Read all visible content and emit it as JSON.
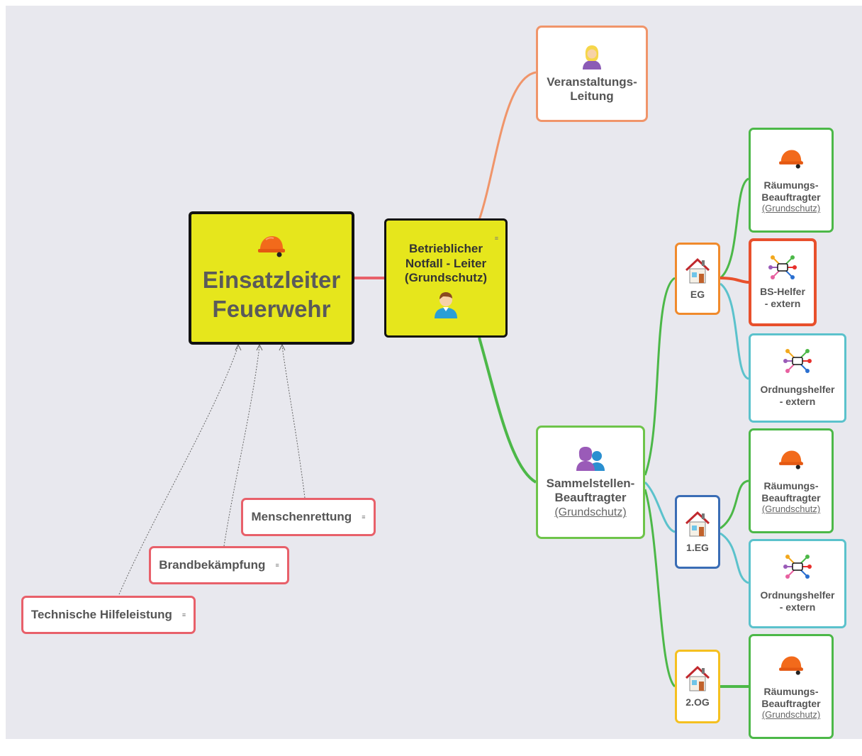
{
  "root": {
    "title": "Einsatzleiter\nFeuerwehr",
    "icon": "helmet-icon",
    "bg": "#e6e61c",
    "border": "#111111"
  },
  "leader": {
    "title": "Betrieblicher\nNotfall - Leiter\n(Grundschutz)",
    "icon": "male-person-icon",
    "bg": "#e6e61c"
  },
  "event_lead": {
    "title": "Veranstaltungs-\nLeitung",
    "icon": "female-person-icon",
    "color": "#f0956a"
  },
  "assembly": {
    "title": "Sammelstellen-\nBeauftragter",
    "sub": "(Grundschutz)",
    "icon": "group-icon",
    "color": "#6ec44a"
  },
  "floors": [
    {
      "label": "EG",
      "icon": "house-icon",
      "color": "#f08a2c"
    },
    {
      "label": "1.EG",
      "icon": "house-icon",
      "color": "#3a6db5"
    },
    {
      "label": "2.OG",
      "icon": "house-icon",
      "color": "#f5c020"
    }
  ],
  "helpers": [
    {
      "title": "Räumungs-\nBeauftragter",
      "sub": "(Grundschutz)",
      "icon": "helmet-icon",
      "color": "#4cb848"
    },
    {
      "title": "BS-Helfer\n- extern",
      "icon": "network-icon",
      "color": "#e8502c"
    },
    {
      "title": "Ordnungshelfer\n- extern",
      "icon": "network-icon",
      "color": "#5bc2cc"
    },
    {
      "title": "Räumungs-\nBeauftragter",
      "sub": "(Grundschutz)",
      "icon": "helmet-icon",
      "color": "#4cb848"
    },
    {
      "title": "Ordnungshelfer\n- extern",
      "icon": "network-icon",
      "color": "#5bc2cc"
    },
    {
      "title": "Räumungs-\nBeauftragter",
      "sub": "(Grundschutz)",
      "icon": "helmet-icon",
      "color": "#4cb848"
    }
  ],
  "tasks": [
    {
      "label": "Menschenrettung",
      "icon": "note-icon",
      "color": "#e8606a"
    },
    {
      "label": "Brandbekämpfung",
      "icon": "note-icon",
      "color": "#e8606a"
    },
    {
      "label": "Technische Hilfeleistung",
      "icon": "note-icon",
      "color": "#e8606a"
    }
  ],
  "colors": {
    "line_root": "#e8606a",
    "line_event": "#f0956a",
    "line_green": "#4cb848",
    "line_cyan": "#5bc2cc",
    "line_red": "#e8502c"
  }
}
